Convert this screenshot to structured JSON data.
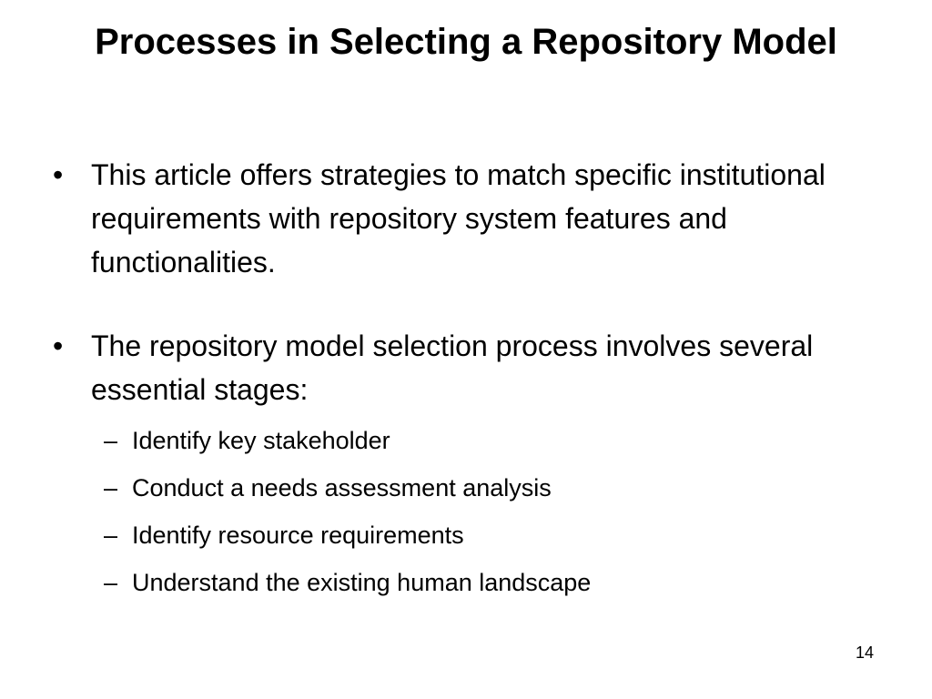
{
  "slide": {
    "title": "Processes in Selecting a Repository Model",
    "bullets": [
      {
        "text": "This article offers strategies to match specific institutional requirements with repository system features and functionalities."
      },
      {
        "text": "The repository model selection process involves several essential stages:",
        "subitems": [
          "Identify key stakeholder",
          "Conduct a needs assessment analysis",
          "Identify resource requirements",
          "Understand the existing human landscape"
        ]
      }
    ],
    "page_number": "14"
  }
}
